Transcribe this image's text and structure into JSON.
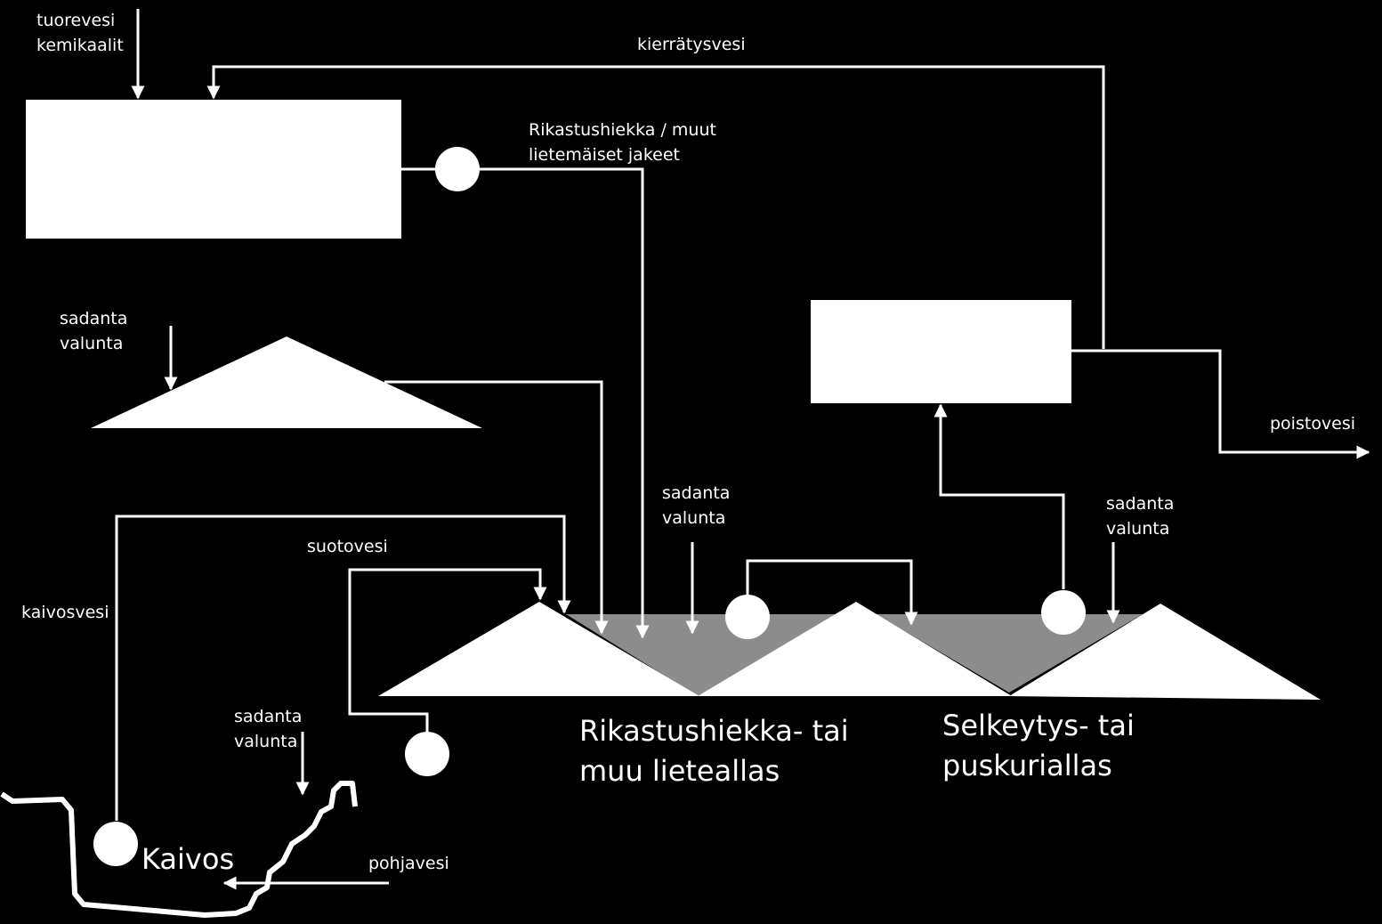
{
  "labels": {
    "fresh_water": "tuorevesi",
    "chemicals": "kemikaalit",
    "recycle_water": "kierrätysvesi",
    "tailings_line1": "Rikastushiekka / muut",
    "tailings_line2": "lietemäiset jakeet",
    "precip_a_line1": "sadanta",
    "precip_a_line2": "valunta",
    "precip_b_line1": "sadanta",
    "precip_b_line2": "valunta",
    "precip_c_line1": "sadanta",
    "precip_c_line2": "valunta",
    "precip_d_line1": "sadanta",
    "precip_d_line2": "valunta",
    "discharge_water": "poistovesi",
    "seepage_water": "suotovesi",
    "mine_water": "kaivosvesi",
    "groundwater": "pohjavesi",
    "mine": "Kaivos",
    "tailings_pond_line1": "Rikastushiekka- tai",
    "tailings_pond_line2": "muu lieteallas",
    "clarification_pond_line1": "Selkeytys- tai",
    "clarification_pond_line2": "puskuriallas"
  },
  "colors": {
    "background": "#000000",
    "foreground": "#ffffff",
    "pond_water": "#8c8c8c"
  }
}
